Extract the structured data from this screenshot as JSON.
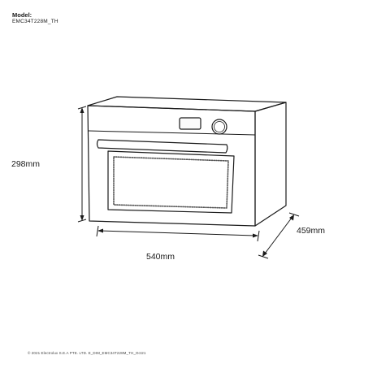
{
  "header": {
    "model_label": "Model:",
    "model_number": "EMC34T228M_TH"
  },
  "dimensions": {
    "height": "298mm",
    "width": "540mm",
    "depth": "459mm"
  },
  "footer": {
    "text": "© 2021 Electrolux S.E.A PTE. LTD. E_DIM_EMC34T228M_TH_Oct21"
  }
}
